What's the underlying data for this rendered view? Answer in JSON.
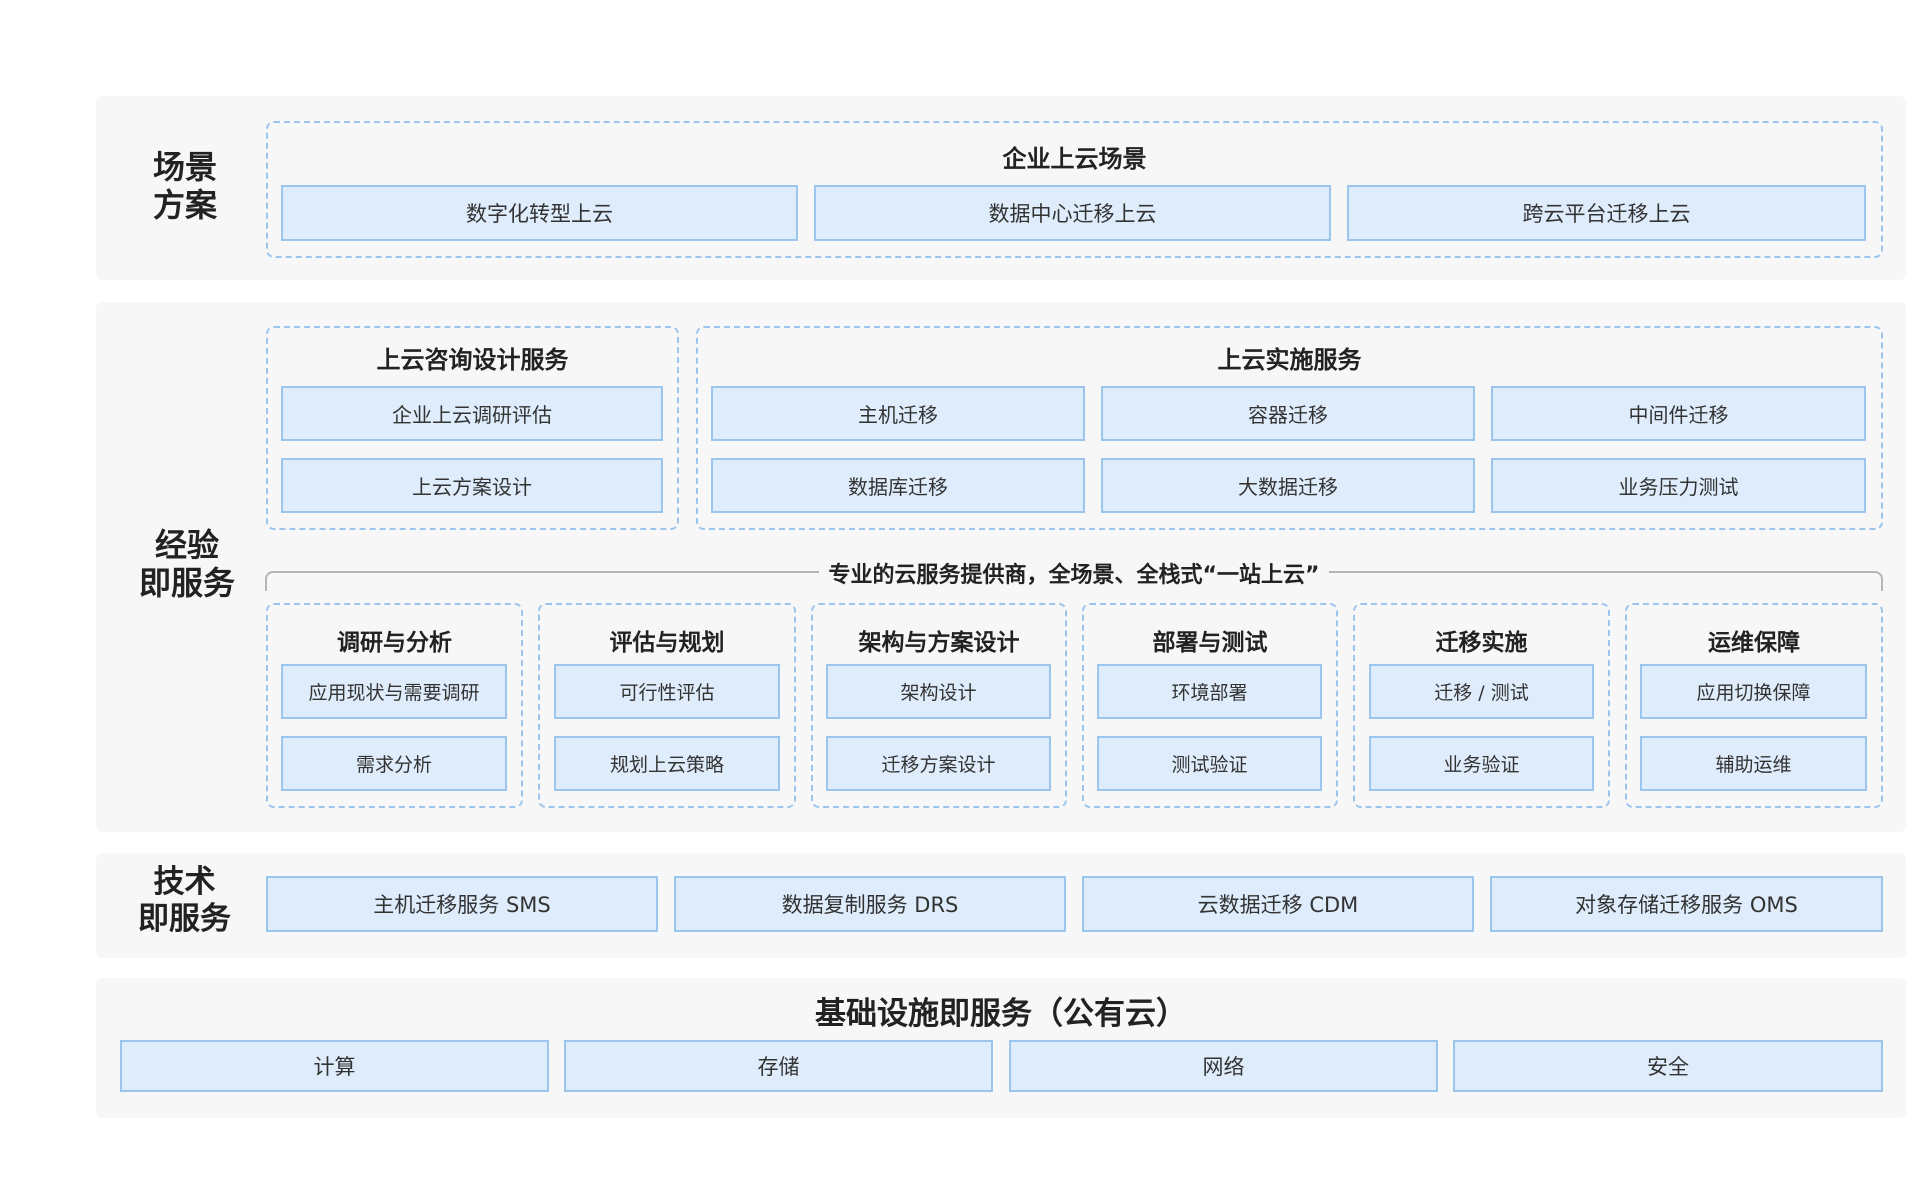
{
  "scenario": {
    "label": "场景\n方案",
    "title": "企业上云场景",
    "items": [
      "数字化转型上云",
      "数据中心迁移上云",
      "跨云平台迁移上云"
    ]
  },
  "experience": {
    "label": "经验\n即服务",
    "consulting": {
      "title": "上云咨询设计服务",
      "items": [
        "企业上云调研评估",
        "上云方案设计"
      ]
    },
    "implementation": {
      "title": "上云实施服务",
      "items": [
        "主机迁移",
        "容器迁移",
        "中间件迁移",
        "数据库迁移",
        "大数据迁移",
        "业务压力测试"
      ]
    },
    "tagline": "专业的云服务提供商，全场景、全栈式“一站上云”",
    "phases": [
      {
        "title": "调研与分析",
        "items": [
          "应用现状与需要调研",
          "需求分析"
        ]
      },
      {
        "title": "评估与规划",
        "items": [
          "可行性评估",
          "规划上云策略"
        ]
      },
      {
        "title": "架构与方案设计",
        "items": [
          "架构设计",
          "迁移方案设计"
        ]
      },
      {
        "title": "部署与测试",
        "items": [
          "环境部署",
          "测试验证"
        ]
      },
      {
        "title": "迁移实施",
        "items": [
          "迁移 / 测试",
          "业务验证"
        ]
      },
      {
        "title": "运维保障",
        "items": [
          "应用切换保障",
          "辅助运维"
        ]
      }
    ]
  },
  "technology": {
    "label": "技术\n即服务",
    "items": [
      "主机迁移服务 SMS",
      "数据复制服务 DRS",
      "云数据迁移 CDM",
      "对象存储迁移服务 OMS"
    ]
  },
  "infrastructure": {
    "title": "基础设施即服务（公有云）",
    "items": [
      "计算",
      "存储",
      "网络",
      "安全"
    ]
  }
}
